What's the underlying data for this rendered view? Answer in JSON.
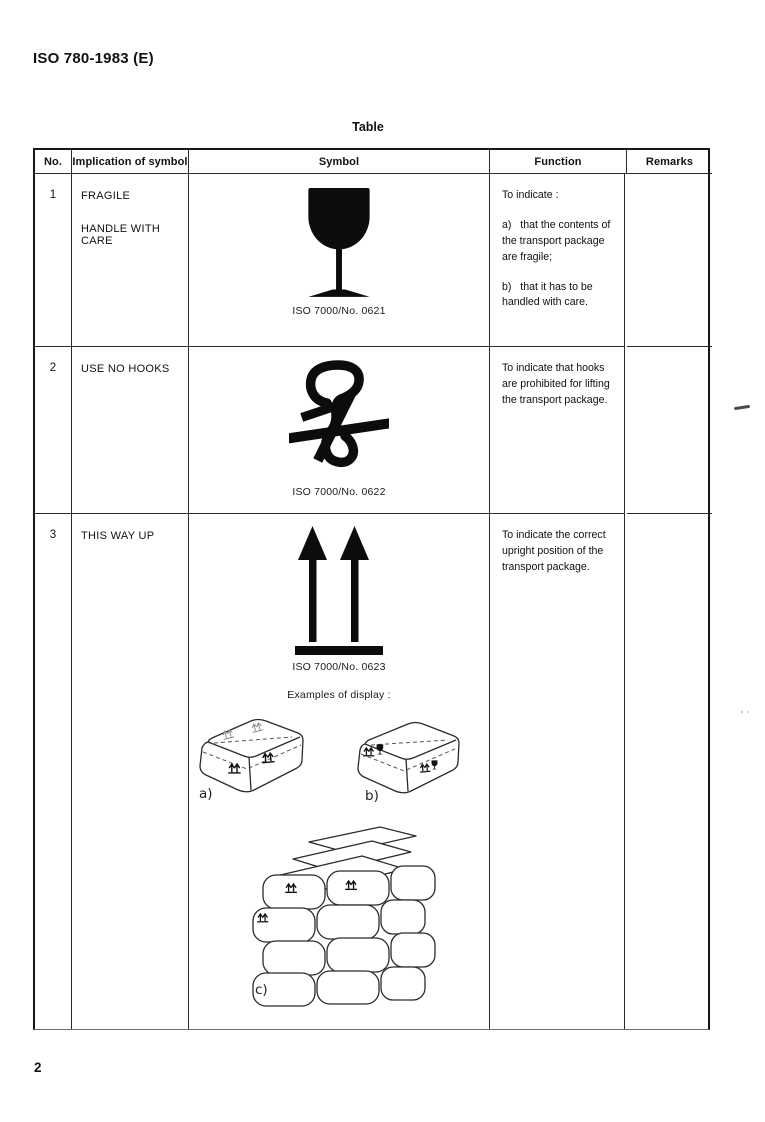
{
  "page": {
    "doc_ref": "ISO 780-1983 (E)",
    "table_title": "Table",
    "page_number": "2"
  },
  "table": {
    "headers": {
      "no": "No.",
      "implication": "Implication of symbol",
      "symbol": "Symbol",
      "function": "Function",
      "remarks": "Remarks"
    },
    "rows": [
      {
        "no": "1",
        "implication": [
          "FRAGILE",
          "HANDLE WITH CARE"
        ],
        "symbol_icon": "fragile-wine-glass-symbol",
        "caption": "ISO 7000/No. 0621",
        "function": [
          "To indicate :",
          "a)   that the contents of the transport package are fragile;",
          "b)   that it has to be handled with care."
        ],
        "remarks": ""
      },
      {
        "no": "2",
        "implication": [
          "USE NO HOOKS"
        ],
        "symbol_icon": "crossed-hook-symbol",
        "caption": "ISO 7000/No. 0622",
        "function": [
          "To indicate that hooks are prohibited for lifting the transport package."
        ],
        "remarks": ""
      },
      {
        "no": "3",
        "implication": [
          "THIS WAY UP"
        ],
        "symbol_icon": "two-up-arrows-over-bar-symbol",
        "caption": "ISO 7000/No. 0623",
        "examples_heading": "Examples of display :",
        "examples": {
          "a": "a)",
          "b": "b)",
          "c": "c)"
        },
        "function": [
          "To indicate the correct upright position of the transport package."
        ],
        "remarks": ""
      }
    ]
  }
}
